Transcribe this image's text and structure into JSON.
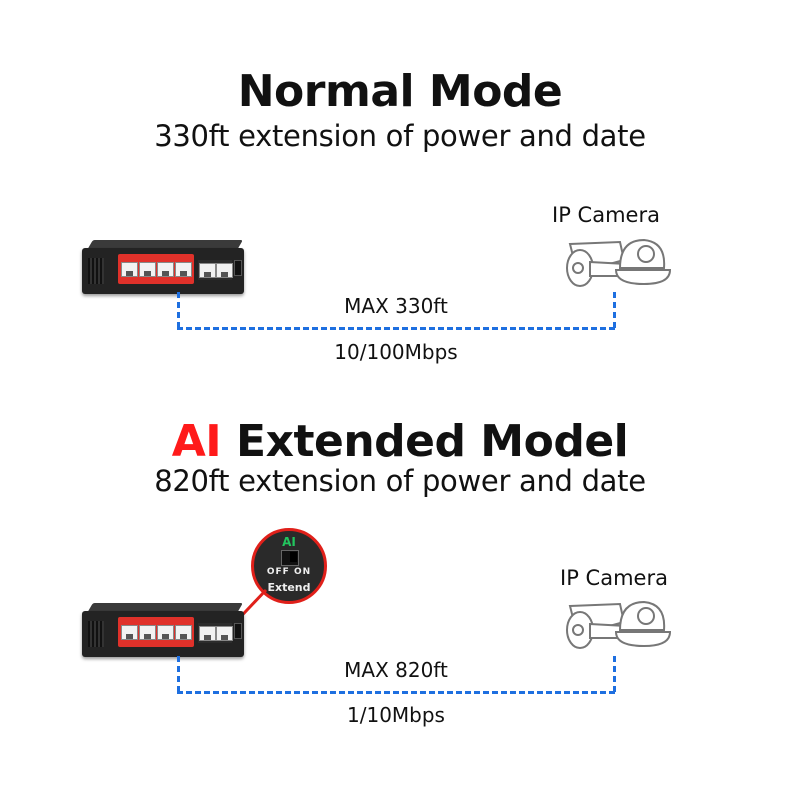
{
  "normal": {
    "title": "Normal Mode",
    "subtitle": "330ft extension of power and date",
    "device_label": "IP Camera",
    "distance_label": "MAX 330ft",
    "speed_label": "10/100Mbps"
  },
  "extended": {
    "title_highlight": "AI",
    "title_rest": "Extended Model",
    "subtitle": "820ft extension of power and date",
    "device_label": "IP Camera",
    "distance_label": "MAX 820ft",
    "speed_label": "1/10Mbps",
    "callout": {
      "switch_label": "AI",
      "off_label": "OFF",
      "on_label": "ON",
      "extend_label": "Extend"
    }
  },
  "colors": {
    "accent_red": "#ff1a1a",
    "cable_blue": "#1e6fe0",
    "ai_switch_green": "#22c55e"
  }
}
